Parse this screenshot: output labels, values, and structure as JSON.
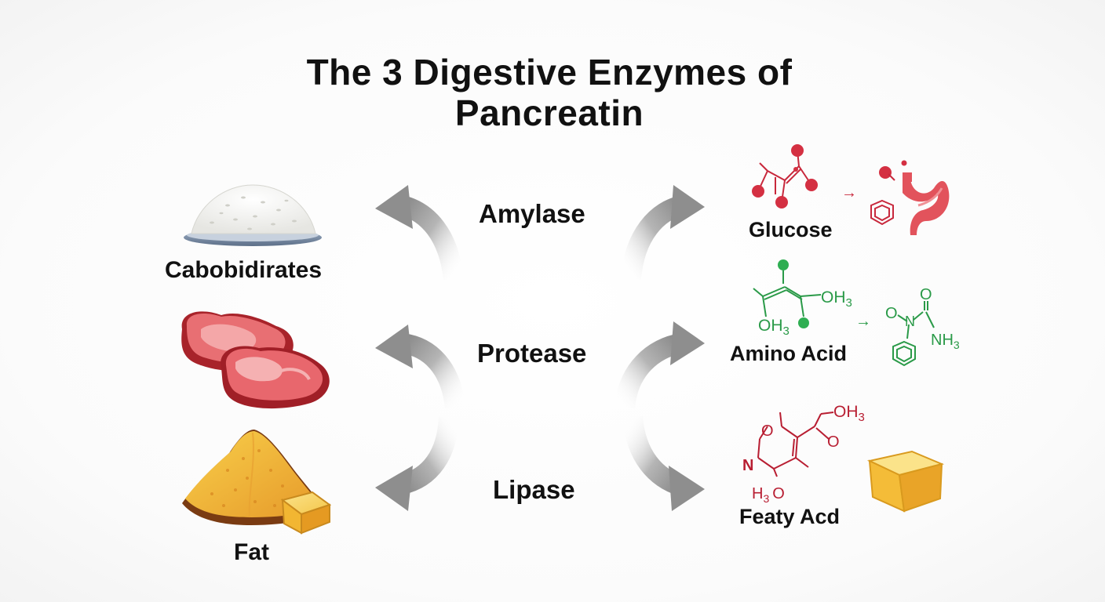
{
  "title": {
    "line1": "The 3 Digestive Enzymes of",
    "line2": "Pancreatin"
  },
  "foods": [
    {
      "label": "Cabobidirates",
      "icon": "rice-bowl-icon"
    },
    {
      "label": "",
      "icon": "meat-steak-icon"
    },
    {
      "label": "Fat",
      "icon": "fat-pile-icon"
    }
  ],
  "enzymes": [
    {
      "label": "Amylase"
    },
    {
      "label": "Protease"
    },
    {
      "label": "Lipase"
    }
  ],
  "products": [
    {
      "label": "Glucose",
      "icon": "glucose-molecule-icon",
      "color": "#c8283c"
    },
    {
      "label": "Amino Acid",
      "icon": "amino-acid-molecule-icon",
      "color": "#2a9a48"
    },
    {
      "label": "Featy Acd",
      "icon": "fatty-acid-molecule-icon",
      "color": "#b81e32"
    }
  ],
  "molecules": {
    "glucose": {
      "arrow": "→"
    },
    "amino": {
      "oh3_a": "OH",
      "oh3_b": "OH",
      "sub3": "3",
      "arrow": "→",
      "o": "O",
      "n": "N",
      "nh3": "NH",
      "o2": "O"
    },
    "fatty": {
      "oh3": "OH",
      "sub3": "3",
      "o_ring": "O",
      "o_side": "O",
      "n": "N",
      "h3o_h": "H",
      "h3o_o": "O"
    }
  },
  "colors": {
    "arrow": "#9a9a9a",
    "glucose": "#c8283c",
    "amino": "#2a9a48",
    "fatty": "#b81e32",
    "fat_yellow": "#f2b632"
  }
}
